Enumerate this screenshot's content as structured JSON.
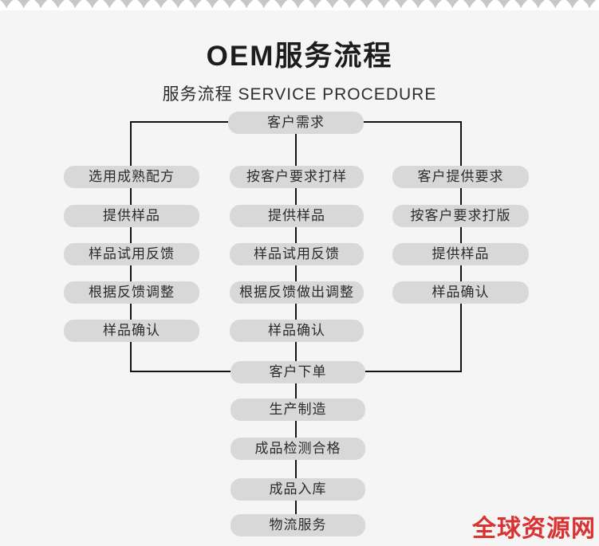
{
  "page": {
    "title": "OEM服务流程",
    "subtitle": "服务流程 SERVICE PROCEDURE",
    "watermark": "全球资源网",
    "colors": {
      "background": "#f5f5f5",
      "node_fill": "#d8d8d8",
      "node_text": "#2b2b2b",
      "connector_line": "#121212",
      "torn_edge": "#c7c7c7",
      "watermark_red": "#d93230"
    }
  },
  "flow": {
    "top": "客户需求",
    "col_left": [
      "选用成熟配方",
      "提供样品",
      "样品试用反馈",
      "根据反馈调整",
      "样品确认"
    ],
    "col_mid": [
      "按客户要求打样",
      "提供样品",
      "样品试用反馈",
      "根据反馈做出调整",
      "样品确认"
    ],
    "col_right": [
      "客户提供要求",
      "按客户要求打版",
      "提供样品",
      "样品确认"
    ],
    "tail": [
      "客户下单",
      "生产制造",
      "成品检测合格",
      "成品入库",
      "物流服务"
    ]
  }
}
